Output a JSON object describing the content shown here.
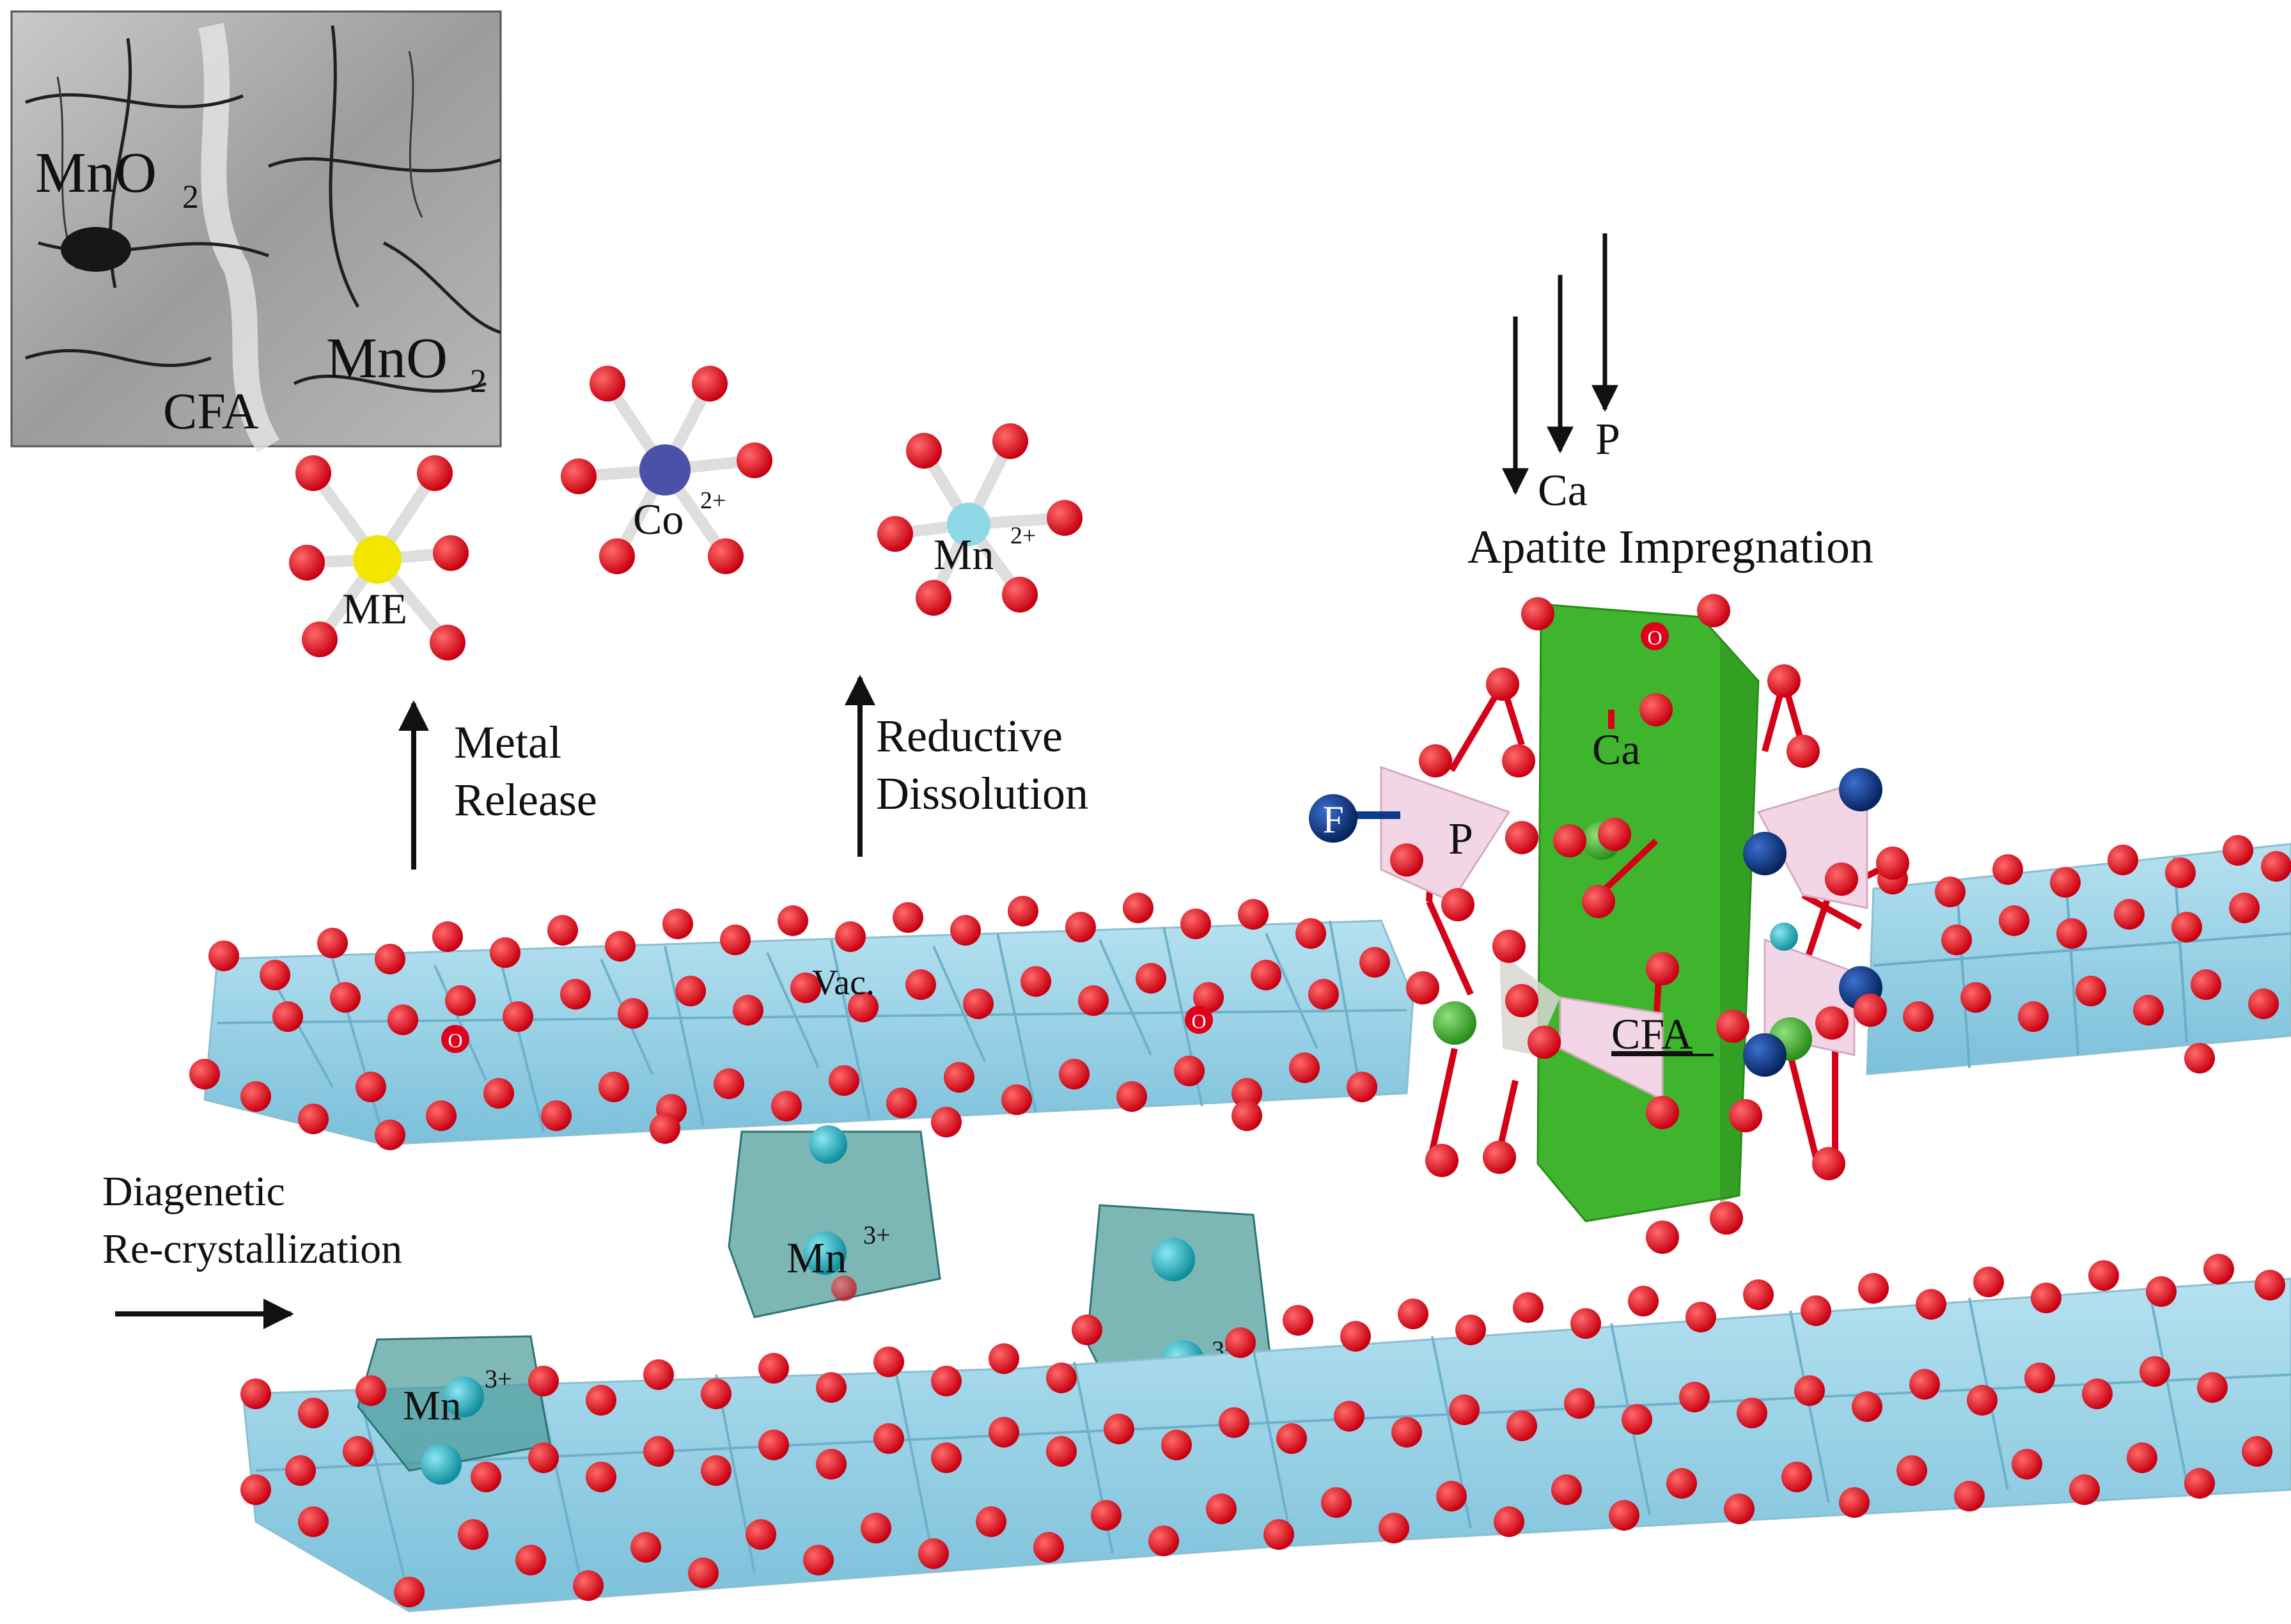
{
  "inset": {
    "labels": {
      "mno2_top": "MnO",
      "mno2_top_sub": "2",
      "mno2_right": "MnO",
      "mno2_right_sub": "2",
      "cfa": "CFA"
    }
  },
  "ions": {
    "me": "ME",
    "co": "Co",
    "co_charge": "2+",
    "mn": "Mn",
    "mn_charge": "2+"
  },
  "processes": {
    "metal_release": [
      "Metal",
      "Release"
    ],
    "reductive_dissolution": [
      "Reductive",
      "Dissolution"
    ],
    "diagenetic": [
      "Diagenetic",
      "Re-crystallization"
    ],
    "apatite": "Apatite Impregnation",
    "ca_input": "Ca",
    "p_input": "P"
  },
  "structure": {
    "vacancy": "Vac.",
    "oxygen_mark": "O",
    "mn3": "Mn",
    "mn3_charge": "3+",
    "apatite_ca": "Ca",
    "apatite_p": "P",
    "apatite_f": "F",
    "apatite_o": "O",
    "cfa_label": "CFA"
  },
  "colors": {
    "oxygen": "#e0001b",
    "octahedra": "#8fd0e6",
    "mn3_polyhedra": "#4a9a98",
    "manganese": "#1eaec0",
    "me_atom": "#f2e600",
    "co_atom": "#4b50a8",
    "mn2_atom": "#8fd8e8",
    "fluorine": "#0c3a8c",
    "calcium_column": "#3fb52e",
    "phosphate": "#f3d6e6"
  }
}
